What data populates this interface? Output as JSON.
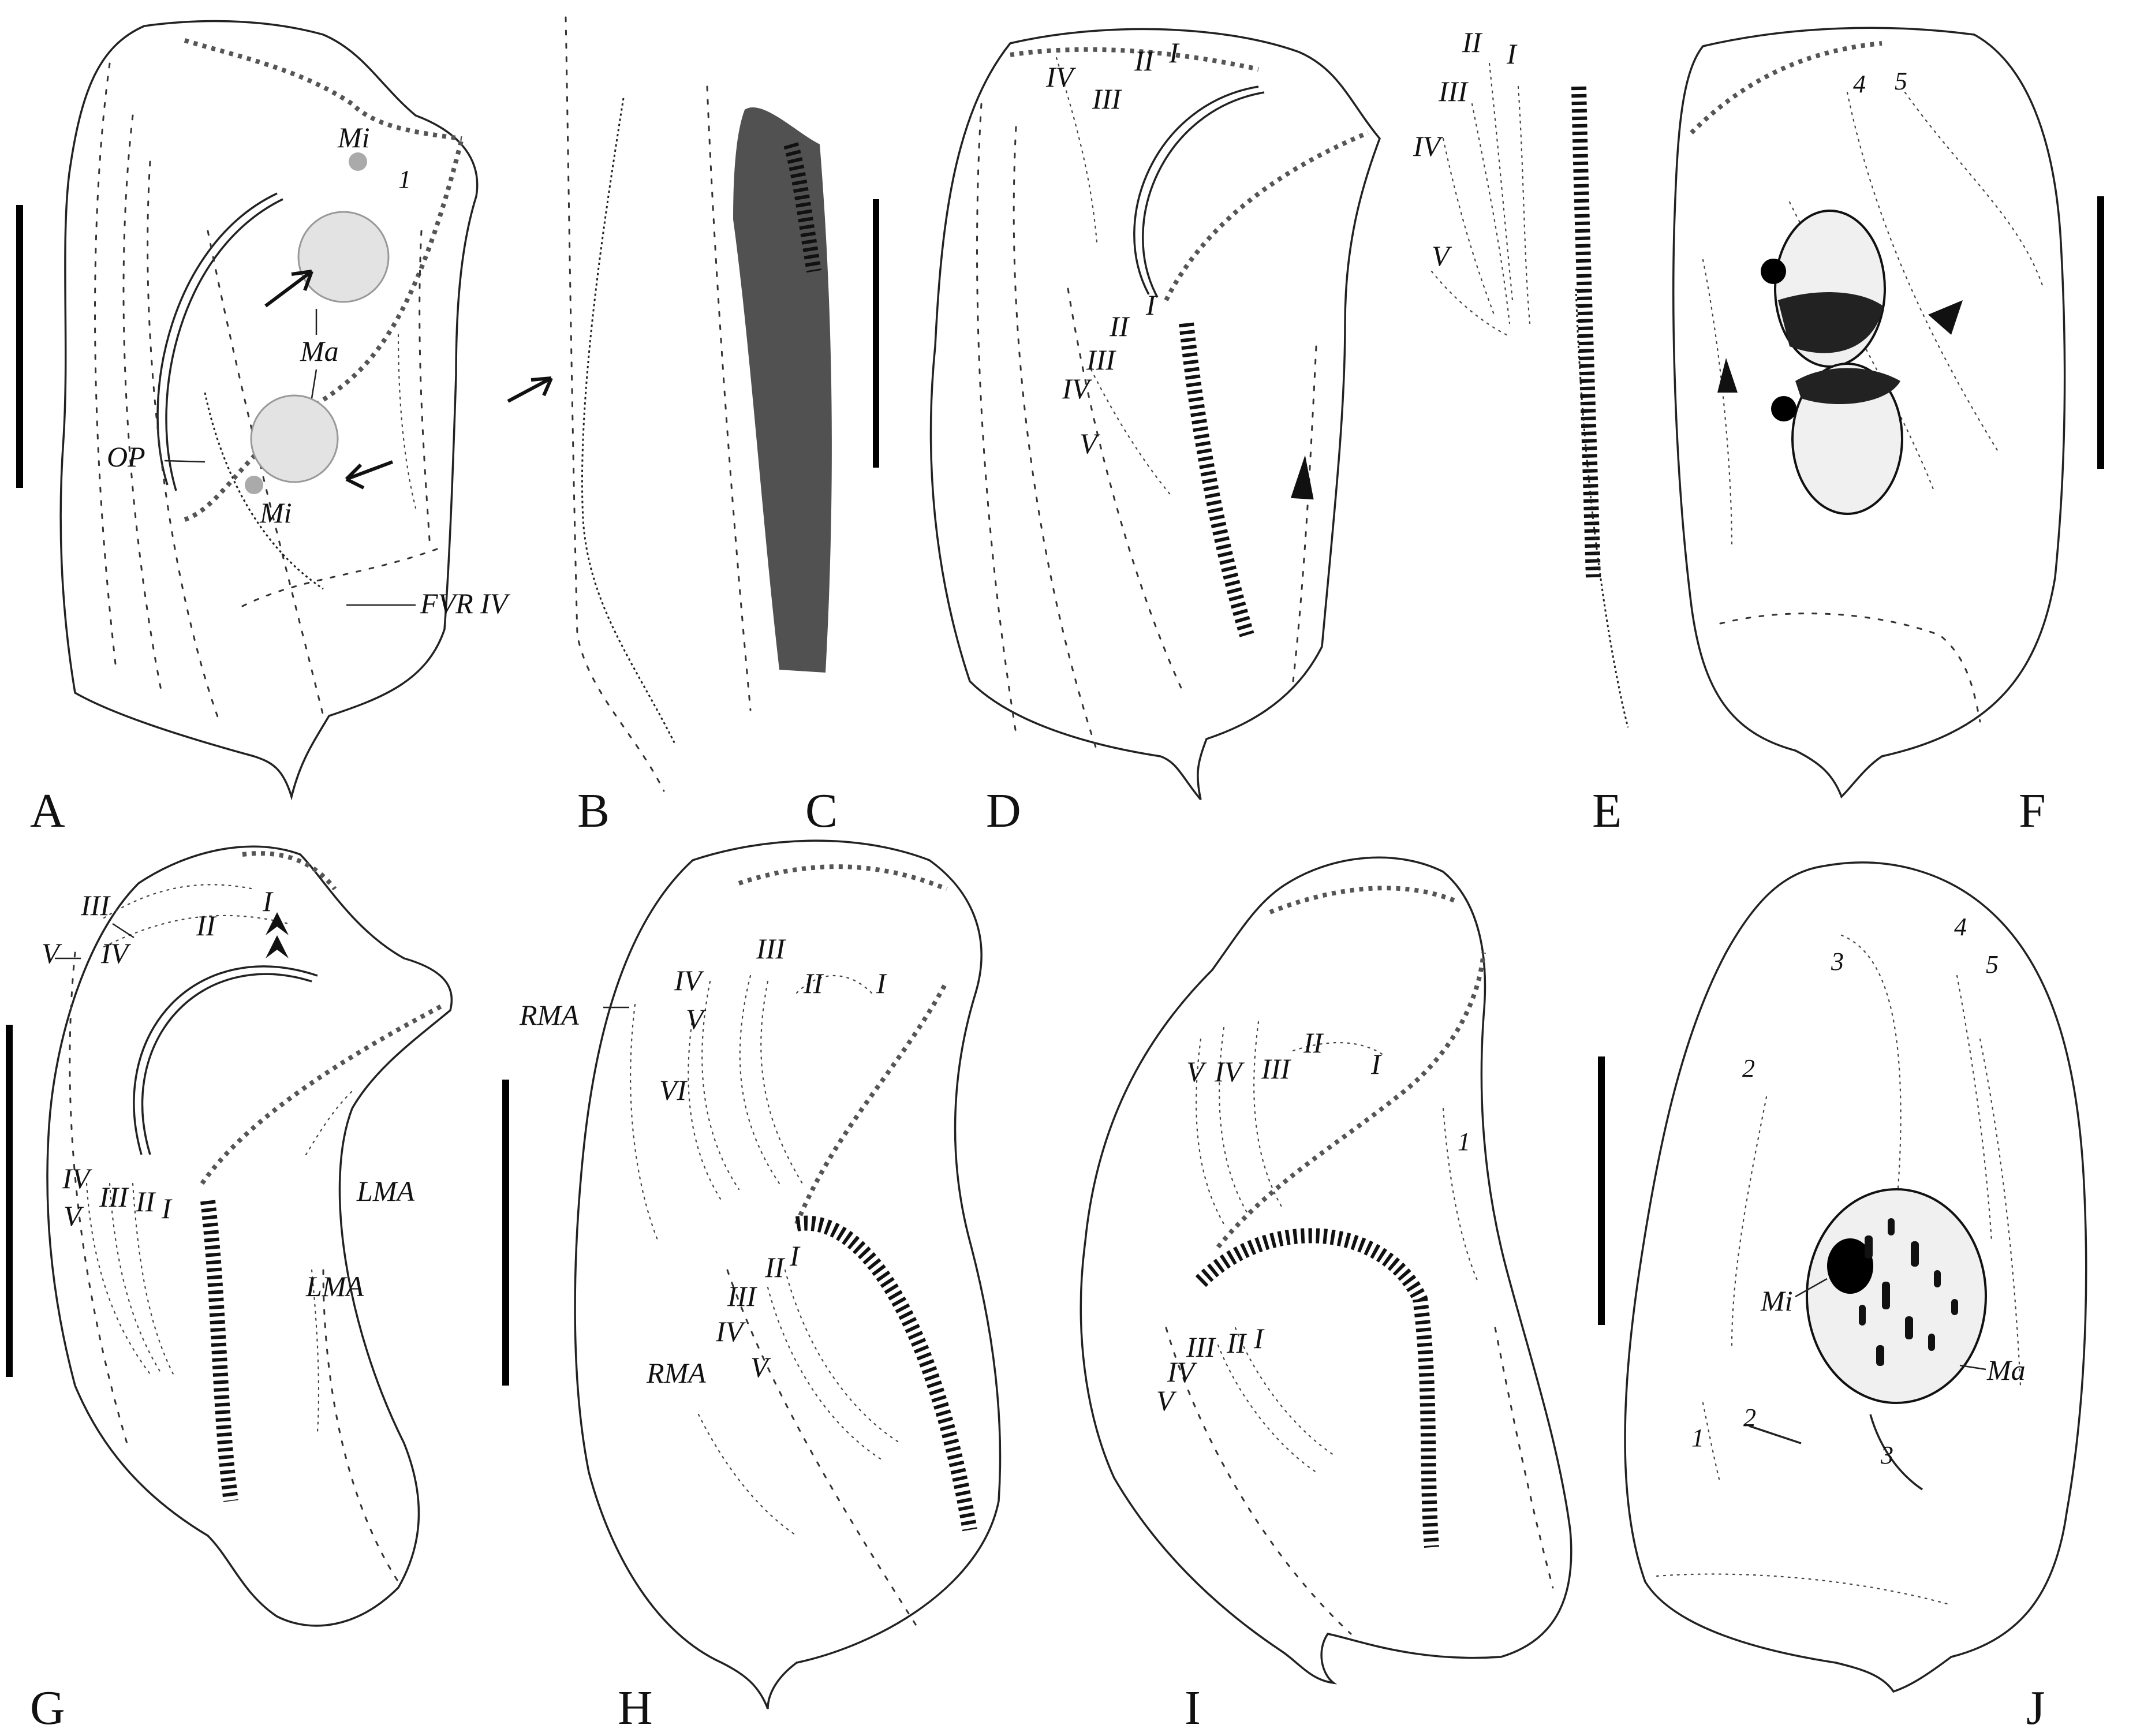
{
  "panels": [
    "A",
    "B",
    "C",
    "D",
    "E",
    "F",
    "G",
    "H",
    "I",
    "J"
  ],
  "labels": {
    "A": {
      "mi_top": "Mi",
      "ma": "Ma",
      "op": "OP",
      "mi_bottom": "Mi",
      "fvr": "FVR IV",
      "row_1": "1"
    },
    "D": {
      "I": "I",
      "II": "II",
      "III": "III",
      "IV": "IV",
      "I2": "I",
      "II2": "II",
      "III2": "III",
      "IV2": "IV",
      "V2": "V"
    },
    "E": {
      "I": "I",
      "II": "II",
      "III": "III",
      "IV": "IV",
      "V": "V"
    },
    "F": {
      "row_4": "4",
      "row_5": "5"
    },
    "G": {
      "I": "I",
      "II": "II",
      "III": "III",
      "IV": "IV",
      "V": "V",
      "I2": "I",
      "II2": "II",
      "III2": "III",
      "IV2": "IV",
      "V2": "V",
      "lma1": "LMA",
      "lma2": "LMA"
    },
    "H": {
      "I": "I",
      "II": "II",
      "III": "III",
      "IV": "IV",
      "V": "V",
      "VI": "VI",
      "rma1": "RMA",
      "rma2": "RMA",
      "I2": "I",
      "II2": "II",
      "III2": "III",
      "IV2": "IV",
      "V2": "V"
    },
    "I": {
      "I": "I",
      "II": "II",
      "III": "III",
      "IV": "IV",
      "V": "V",
      "row_1": "1",
      "I2": "I",
      "II2": "II",
      "III2": "III",
      "IV2": "IV",
      "V2": "V"
    },
    "J": {
      "r1": "1",
      "r2a": "2",
      "r2b": "2",
      "r3a": "3",
      "r3b": "3",
      "r4": "4",
      "r5": "5",
      "mi": "Mi",
      "ma": "Ma"
    }
  },
  "colors": {
    "ink": "#111111",
    "nucleus_fill": "#e3e3e3",
    "background": "#ffffff"
  }
}
